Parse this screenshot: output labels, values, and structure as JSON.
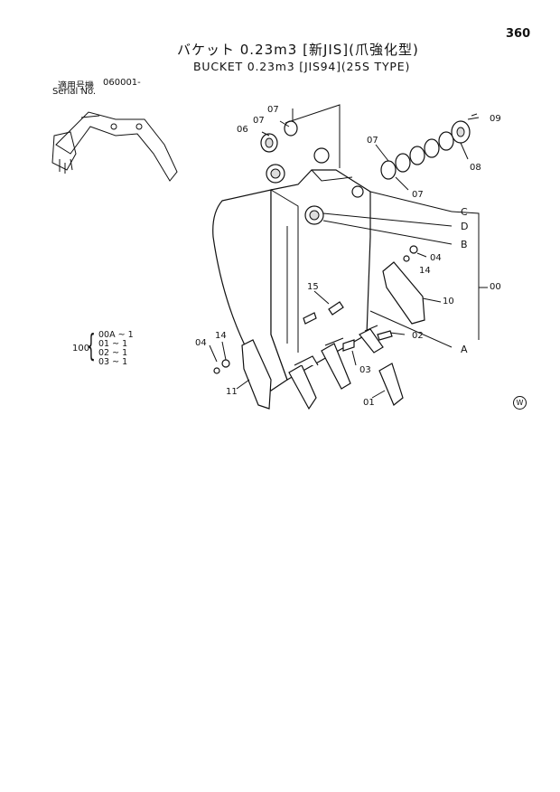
{
  "page_number": "360",
  "title_jp": "バケット 0.23m3 [新JIS](爪強化型)",
  "title_en": "BUCKET 0.23m3 [JIS94](25S TYPE)",
  "serial": {
    "label_jp": "適用号機",
    "label_en": "Serial No.",
    "value": "060001-"
  },
  "assembly": {
    "number": "100",
    "components": [
      "00A ~ 1",
      "01  ~ 1",
      "02  ~ 1",
      "03  ~ 1"
    ]
  },
  "callouts": {
    "c07a": "07",
    "c07b": "07",
    "c06": "06",
    "c09": "09",
    "c07c": "07",
    "c08": "08",
    "c07d": "07",
    "cC": "C",
    "cD": "D",
    "cB": "B",
    "c04a": "04",
    "c14a": "14",
    "c00": "00",
    "c10": "10",
    "c15": "15",
    "c02": "02",
    "cA": "A",
    "c04b": "04",
    "c14b": "14",
    "c03": "03",
    "c11": "11",
    "c01": "01"
  },
  "marker": "W"
}
